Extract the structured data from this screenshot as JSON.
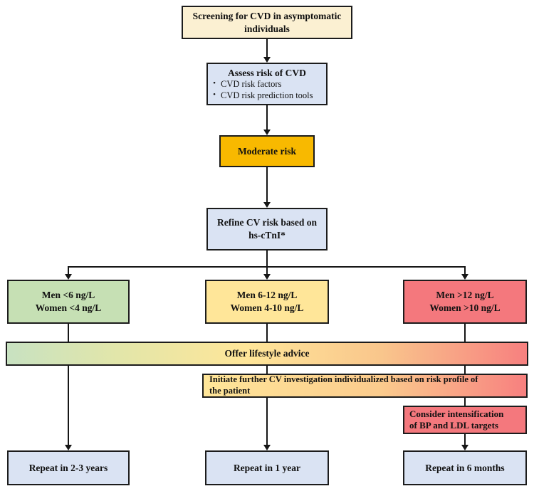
{
  "diagram": {
    "type": "flowchart",
    "nodes": {
      "screening": {
        "lines": [
          "Screening for CVD in asymptomatic",
          "individuals"
        ]
      },
      "assess": {
        "title": "Assess risk of CVD",
        "bullet_char": "•",
        "bullets": [
          "CVD risk factors",
          "CVD risk prediction tools"
        ]
      },
      "moderate": {
        "label": "Moderate risk"
      },
      "refine": {
        "lines": [
          "Refine CV risk based on",
          "hs-cTnI*"
        ]
      },
      "low_risk": {
        "lines": [
          "Men <6 ng/L",
          "Women <4 ng/L"
        ]
      },
      "intermediate_risk": {
        "lines": [
          "Men 6-12 ng/L",
          "Women 4-10 ng/L"
        ]
      },
      "high_risk": {
        "lines": [
          "Men >12 ng/L",
          "Women >10 ng/L"
        ]
      },
      "lifestyle": {
        "label": "Offer lifestyle advice"
      },
      "investigation": {
        "lines": [
          "Initiate further CV investigation individualized based on risk profile of",
          "the patient"
        ]
      },
      "intensification": {
        "lines": [
          "Consider intensification",
          "of BP and LDL targets"
        ]
      },
      "repeat_low": {
        "label": "Repeat in 2-3 years"
      },
      "repeat_intermediate": {
        "label": "Repeat in 1 year"
      },
      "repeat_high": {
        "label": "Repeat in 6 months"
      }
    },
    "colors": {
      "cream": "#FBF0D2",
      "light_blue": "#DAE3F3",
      "amber": "#F8B900",
      "green": "#C6E0B4",
      "yellow": "#FFE699",
      "salmon": "#F4787D",
      "gradient_bar": [
        "#C8E2C1",
        "#FFE699",
        "#F7807F"
      ],
      "line": "#161616"
    }
  }
}
